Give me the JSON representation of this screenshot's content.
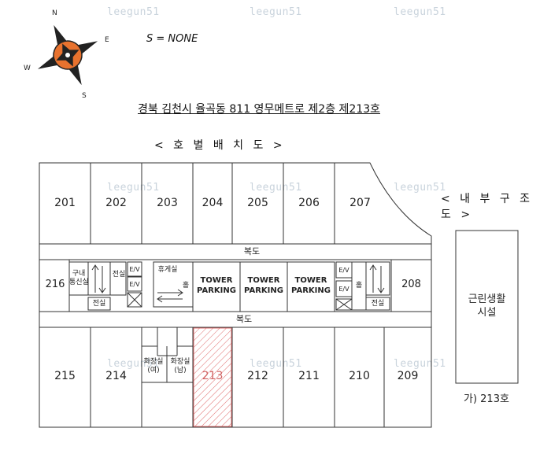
{
  "watermark": "leegun51",
  "compass": {
    "n": "N",
    "e": "E",
    "s": "S",
    "w": "W"
  },
  "scale": "S = NONE",
  "address": "경북 김천시 율곡동 811 영무메트로 제2층 제213호",
  "layout_title": "< 호 별 배 치 도 >",
  "structure_title": "< 내 부 구 조 도 >",
  "units_top": [
    "201",
    "202",
    "203",
    "204",
    "205",
    "206",
    "207"
  ],
  "units_bottom": [
    "215",
    "214",
    "213",
    "212",
    "211",
    "210",
    "209"
  ],
  "unit_216": "216",
  "unit_208": "208",
  "corridor_label": "복도",
  "middle": {
    "telecom": "구내\n통신실",
    "electric": "전실",
    "ev": "E/V",
    "lounge": "휴게실",
    "hall": "홀",
    "tower_parking": "TOWER\nPARKING"
  },
  "restroom_female": "화장실\n(여)",
  "restroom_male": "화장실\n(남)",
  "structure_box_label": "근린생활\n시설",
  "structure_caption": "가) 213호",
  "colors": {
    "highlight": "#e07070",
    "compass_orange": "#e8722e",
    "line": "#333333"
  }
}
